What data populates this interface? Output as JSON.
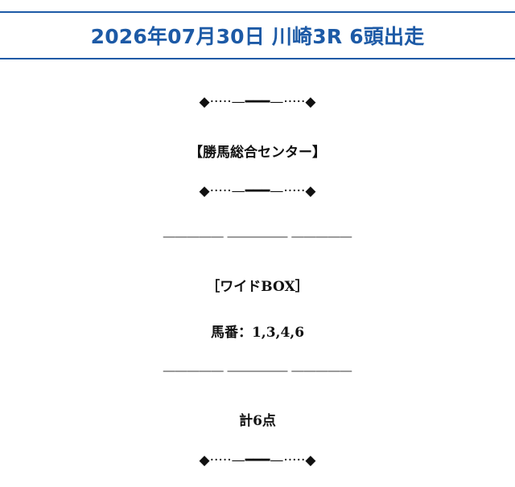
{
  "header": {
    "title": "2026年07月30日 川崎3R 6頭出走"
  },
  "content": {
    "ornament_1": "◆·····—━━━—·····◆",
    "center_name": "【勝馬総合センター】",
    "ornament_2": "◆·····—━━━—·····◆",
    "divider_1": "――――― ――――― ―――――",
    "bet_type": "［ワイドBOX］",
    "horse_numbers": "馬番：1,3,4,6",
    "divider_2": "――――― ――――― ―――――",
    "total": "計6点",
    "ornament_3": "◆·····—━━━—·····◆"
  },
  "colors": {
    "accent": "#1d5aa6",
    "text": "#111111"
  }
}
